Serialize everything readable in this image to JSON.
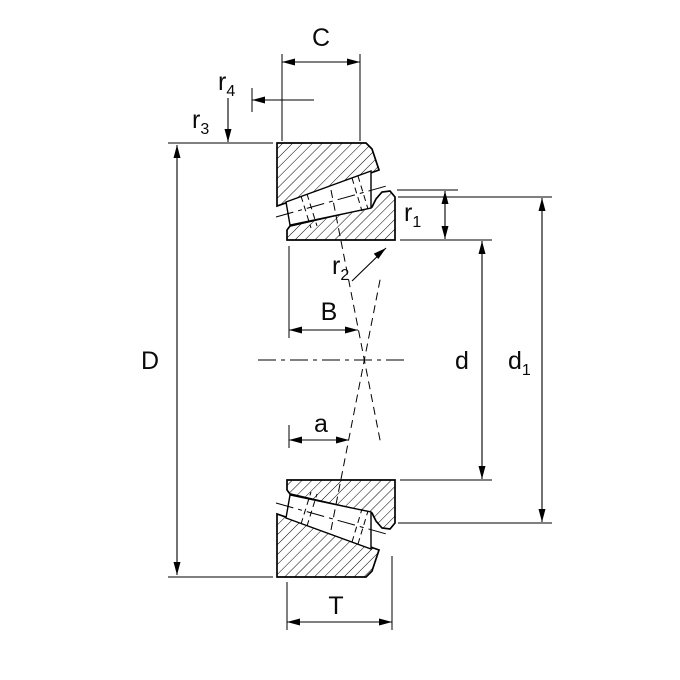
{
  "figure": {
    "kind": "technical-drawing",
    "subject": "tapered roller bearing cross-section with dimension symbols",
    "background_color": "#ffffff",
    "line_color": "#000000"
  },
  "labels": {
    "C": {
      "base": "C",
      "sub": ""
    },
    "r4": {
      "base": "r",
      "sub": "4"
    },
    "r3": {
      "base": "r",
      "sub": "3"
    },
    "D": {
      "base": "D",
      "sub": ""
    },
    "r1": {
      "base": "r",
      "sub": "1"
    },
    "r2": {
      "base": "r",
      "sub": "2"
    },
    "B": {
      "base": "B",
      "sub": ""
    },
    "a": {
      "base": "a",
      "sub": ""
    },
    "d": {
      "base": "d",
      "sub": ""
    },
    "d1": {
      "base": "d",
      "sub": "1"
    },
    "T": {
      "base": "T",
      "sub": ""
    }
  }
}
